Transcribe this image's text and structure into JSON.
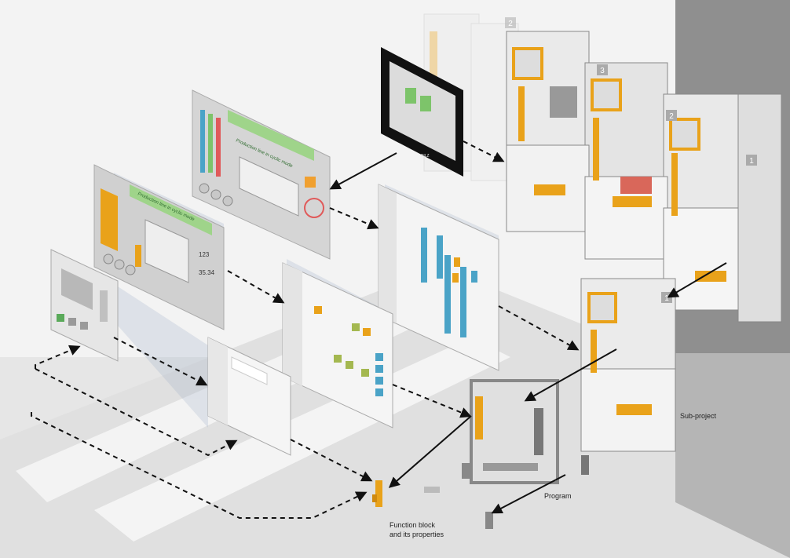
{
  "labels": {
    "sub_project": "Sub-project",
    "program": "Program",
    "function_block_line1": "Function block",
    "function_block_line2": "and its properties"
  },
  "module_numbers": [
    "1",
    "2",
    "3",
    "2"
  ],
  "hmi_text": {
    "production_line_title": "Production line in cyclic mode",
    "value_a": "123",
    "value_b": "35.34",
    "touch_panel_brand": "PILZ"
  },
  "colors": {
    "machine_orange": "#e9a21a",
    "arrow_black": "#111111",
    "frame_grey": "#d9d9d9",
    "screen_green": "#7dc46a",
    "gantt_blue": "#4aa3c7"
  }
}
